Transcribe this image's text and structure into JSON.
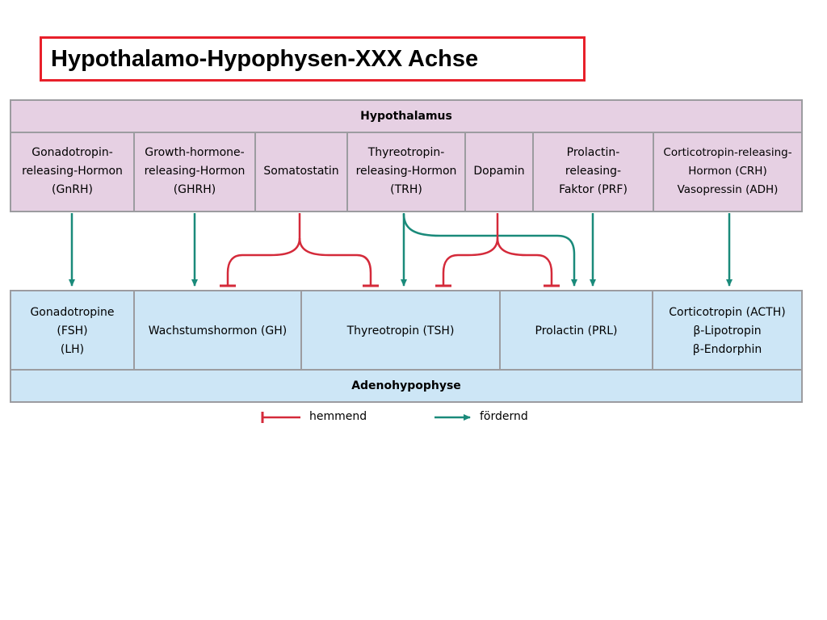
{
  "title": "Hypothalamo-Hypophysen-XXX Achse",
  "hypothalamus": {
    "header": "Hypothalamus",
    "cells": [
      {
        "lines": [
          "Gonadotropin-",
          "releasing-Hormon",
          "(GnRH)"
        ]
      },
      {
        "lines": [
          "Growth-hormone-",
          "releasing-Hormon",
          "(GHRH)"
        ]
      },
      {
        "lines": [
          "Somatostatin"
        ]
      },
      {
        "lines": [
          "Thyreotropin-",
          "releasing-Hormon",
          "(TRH)"
        ]
      },
      {
        "lines": [
          "Dopamin"
        ]
      },
      {
        "lines": [
          "Prolactin-",
          "releasing-",
          "Faktor (PRF)"
        ]
      },
      {
        "lines": [
          "Corticotropin-releasing-",
          "Hormon (CRH)",
          "Vasopressin (ADH)"
        ]
      }
    ]
  },
  "adenohypophyse": {
    "header": "Adenohypophyse",
    "cells": [
      {
        "lines": [
          "Gonadotropine",
          "(FSH)",
          "(LH)"
        ]
      },
      {
        "lines": [
          "Wachstumshormon (GH)"
        ]
      },
      {
        "lines": [
          "Thyreotropin (TSH)"
        ]
      },
      {
        "lines": [
          "Prolactin (PRL)"
        ]
      },
      {
        "lines": [
          "Corticotropin (ACTH)",
          "β-Lipotropin",
          "β-Endorphin"
        ]
      }
    ]
  },
  "legend": {
    "inhibitory": "hemmend",
    "stimulatory": "fördernd"
  },
  "colors": {
    "inhibitory": "#d42a3a",
    "stimulatory": "#1a8a7a",
    "title_border": "#e8202a",
    "hypothalamus_fill": "#e6d0e3",
    "adenohypophyse_fill": "#cde6f6"
  },
  "connections": [
    {
      "from": "GnRH",
      "to": "Gonadotropine",
      "effect": "stimulatory"
    },
    {
      "from": "GHRH",
      "to": "Wachstumshormon (GH)",
      "effect": "stimulatory"
    },
    {
      "from": "Somatostatin",
      "to": "Wachstumshormon (GH)",
      "effect": "inhibitory"
    },
    {
      "from": "Somatostatin",
      "to": "Thyreotropin (TSH)",
      "effect": "inhibitory"
    },
    {
      "from": "TRH",
      "to": "Thyreotropin (TSH)",
      "effect": "stimulatory"
    },
    {
      "from": "TRH",
      "to": "Prolactin (PRL)",
      "effect": "stimulatory"
    },
    {
      "from": "Dopamin",
      "to": "Thyreotropin (TSH)",
      "effect": "inhibitory"
    },
    {
      "from": "Dopamin",
      "to": "Prolactin (PRL)",
      "effect": "inhibitory"
    },
    {
      "from": "PRF",
      "to": "Prolactin (PRL)",
      "effect": "stimulatory"
    },
    {
      "from": "CRH / ADH",
      "to": "Corticotropin (ACTH)",
      "effect": "stimulatory"
    }
  ]
}
